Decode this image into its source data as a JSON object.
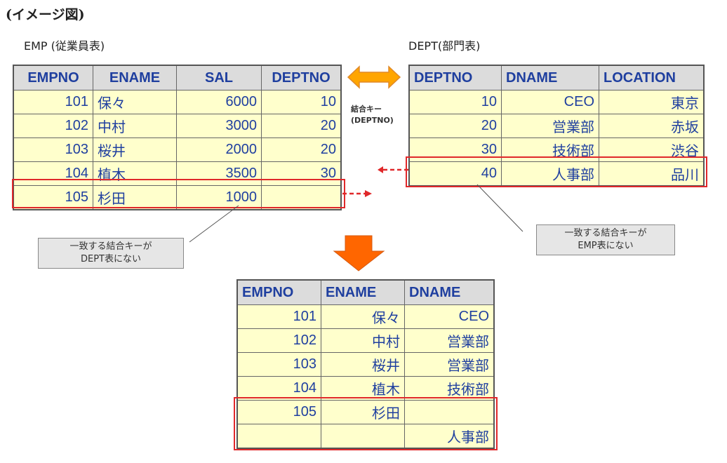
{
  "title": "(イメージ図)",
  "emp": {
    "caption": "EMP (従業員表)",
    "headers": [
      "EMPNO",
      "ENAME",
      "SAL",
      "DEPTNO"
    ],
    "rows": [
      [
        "101",
        "保々",
        "6000",
        "10"
      ],
      [
        "102",
        "中村",
        "3000",
        "20"
      ],
      [
        "103",
        "桜井",
        "2000",
        "20"
      ],
      [
        "104",
        "植木",
        "3500",
        "30"
      ],
      [
        "105",
        "杉田",
        "1000",
        ""
      ]
    ]
  },
  "dept": {
    "caption": "DEPT(部門表)",
    "headers": [
      "DEPTNO",
      "DNAME",
      "LOCATION"
    ],
    "rows": [
      [
        "10",
        "CEO",
        "東京"
      ],
      [
        "20",
        "営業部",
        "赤坂"
      ],
      [
        "30",
        "技術部",
        "渋谷"
      ],
      [
        "40",
        "人事部",
        "品川"
      ]
    ]
  },
  "join_key": {
    "line1": "結合キー",
    "line2": "(DEPTNO)"
  },
  "notes": {
    "left": {
      "line1": "一致する結合キーが",
      "line2": "DEPT表にない"
    },
    "right": {
      "line1": "一致する結合キーが",
      "line2": "EMP表にない"
    }
  },
  "result": {
    "headers": [
      "EMPNO",
      "ENAME",
      "DNAME"
    ],
    "rows": [
      [
        "101",
        "保々",
        "CEO"
      ],
      [
        "102",
        "中村",
        "営業部"
      ],
      [
        "103",
        "桜井",
        "営業部"
      ],
      [
        "104",
        "植木",
        "技術部"
      ],
      [
        "105",
        "杉田",
        ""
      ],
      [
        "",
        "",
        "人事部"
      ]
    ]
  },
  "colors": {
    "header_bg": "#dcdcdc",
    "cell_bg": "#ffffcc",
    "text_blue": "#1f3f9f",
    "highlight_red": "#e0282a",
    "arrow_orange": "#ff6600",
    "double_arrow": "#ffa500"
  }
}
